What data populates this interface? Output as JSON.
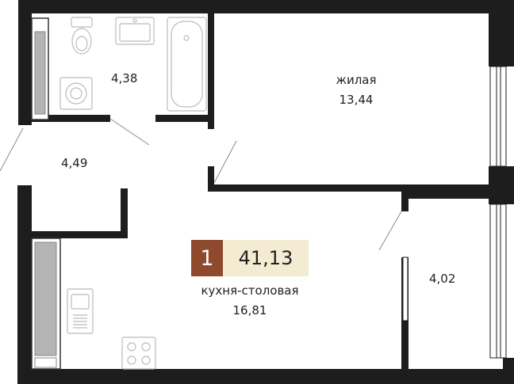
{
  "apartment": {
    "rooms_count": "1",
    "total_area": "41,13"
  },
  "rooms": {
    "bathroom": {
      "area": "4,38"
    },
    "hallway": {
      "area": "4,49"
    },
    "living": {
      "name": "жилая",
      "area": "13,44"
    },
    "kitchen": {
      "name": "кухня-столовая",
      "area": "16,81"
    },
    "balcony": {
      "area": "4,02"
    }
  },
  "colors": {
    "wall": "#1d1d1d",
    "accent": "#8f4a2e",
    "area_bg": "#f4ebd3",
    "fixture_line": "#bbbbbb",
    "storage_fill": "#b4b4b4"
  },
  "icons": {
    "toilet": "toilet-icon",
    "sink": "sink-icon",
    "bathtub": "bathtub-icon",
    "washing_machine": "washing-machine-icon",
    "kitchen_sink": "kitchen-sink-icon",
    "stove": "stove-icon"
  }
}
